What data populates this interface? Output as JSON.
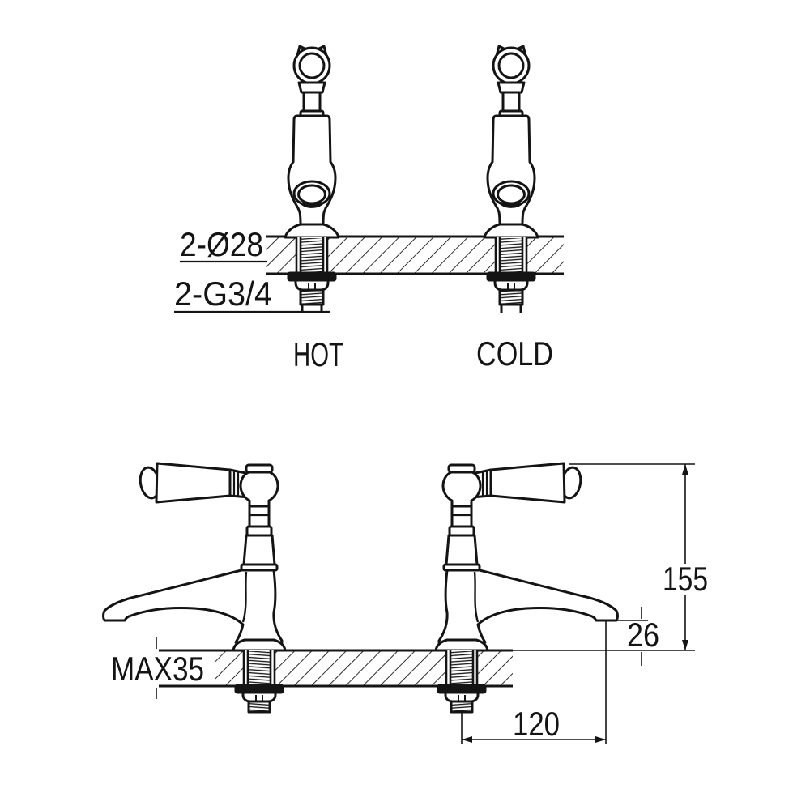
{
  "drawing": {
    "type": "tap-installation-technical-drawing",
    "background_color": "#ffffff",
    "line_color": "#141414",
    "top_view": {
      "callouts": {
        "hole_diameter": "2-Ø28",
        "thread_size": "2-G3/4"
      },
      "tap_labels": {
        "left": "HOT",
        "right": "COLD"
      }
    },
    "bottom_view": {
      "dimensions": {
        "overall_height": "155",
        "spout_clearance": "26",
        "max_deck_thickness": "MAX35",
        "spout_reach": "120"
      }
    }
  }
}
